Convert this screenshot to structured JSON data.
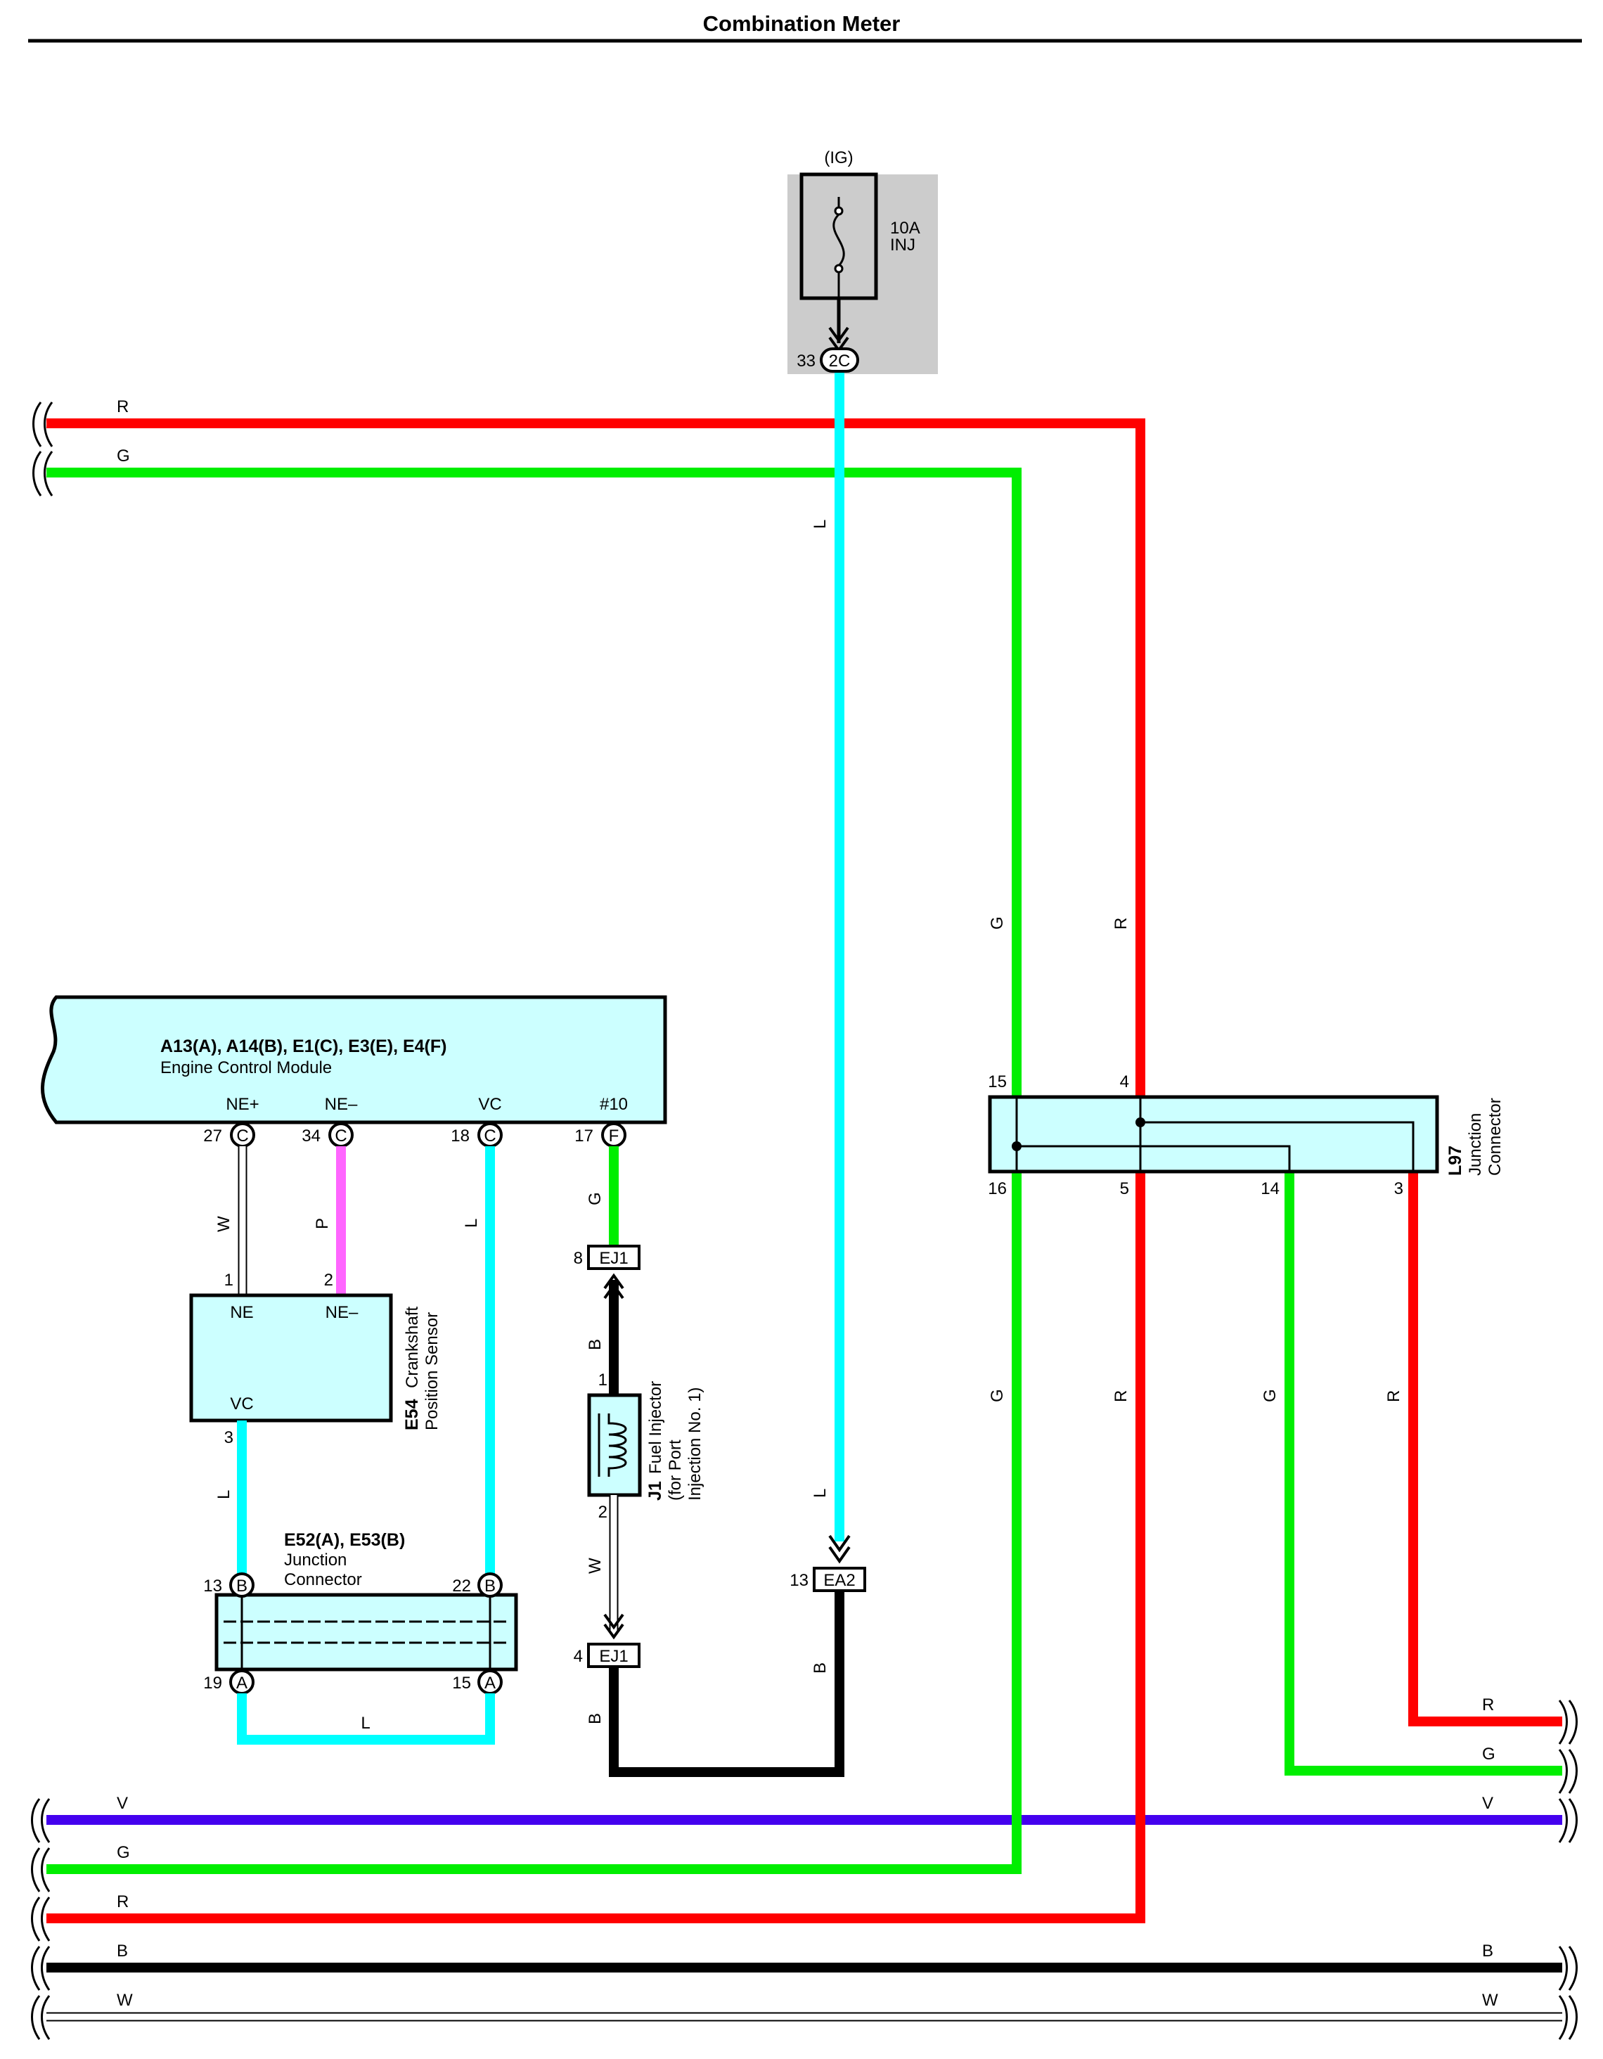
{
  "title": "Combination Meter",
  "colors": {
    "R": "#ff0000",
    "G": "#00ee00",
    "L": "#00ffff",
    "V": "#4400ee",
    "P": "#ff66ff",
    "B": "#000000",
    "W": "#ffffff",
    "component_fill": "#ccffff",
    "fuse_box_fill": "#cccccc"
  },
  "fuse": {
    "label": "(IG)",
    "rating": "10A",
    "name": "INJ",
    "pin": "33",
    "connector": "2C"
  },
  "ecm": {
    "connectors": "A13(A), A14(B), E1(C), E3(E), E4(F)",
    "name": "Engine Control Module",
    "terminals": [
      {
        "label": "NE+",
        "pin": "27",
        "conn": "C"
      },
      {
        "label": "NE–",
        "pin": "34",
        "conn": "C"
      },
      {
        "label": "VC",
        "pin": "18",
        "conn": "C"
      },
      {
        "label": "#10",
        "pin": "17",
        "conn": "F"
      }
    ]
  },
  "sensor": {
    "id": "E54",
    "name": "Crankshaft",
    "name2": "Position Sensor",
    "pins": [
      "1",
      "2",
      "3"
    ],
    "terms": [
      "NE",
      "NE–",
      "VC"
    ]
  },
  "jc_left": {
    "id": "E52(A), E53(B)",
    "name": "Junction",
    "name2": "Connector",
    "pins": {
      "tl": "13",
      "tr": "22",
      "bl": "19",
      "br": "15"
    },
    "conns": {
      "tl": "B",
      "tr": "B",
      "bl": "A",
      "br": "A"
    }
  },
  "injector": {
    "id": "J1",
    "line1": "Fuel Injector",
    "line2": "(for Port",
    "line3": "Injection No. 1)",
    "pins": [
      "1",
      "2"
    ]
  },
  "connectors": {
    "ej1_top": {
      "name": "EJ1",
      "pin": "8"
    },
    "ej1_bot": {
      "name": "EJ1",
      "pin": "4"
    },
    "ea2": {
      "name": "EA2",
      "pin": "13"
    }
  },
  "jc_right": {
    "id": "L97",
    "name": "Junction",
    "name2": "Connector",
    "pins": {
      "t15": "15",
      "t4": "4",
      "b16": "16",
      "b5": "5",
      "b14": "14",
      "b3": "3"
    }
  },
  "wire_labels": {
    "r": "R",
    "g": "G",
    "l": "L",
    "v": "V",
    "b": "B",
    "w": "W",
    "p": "P"
  }
}
